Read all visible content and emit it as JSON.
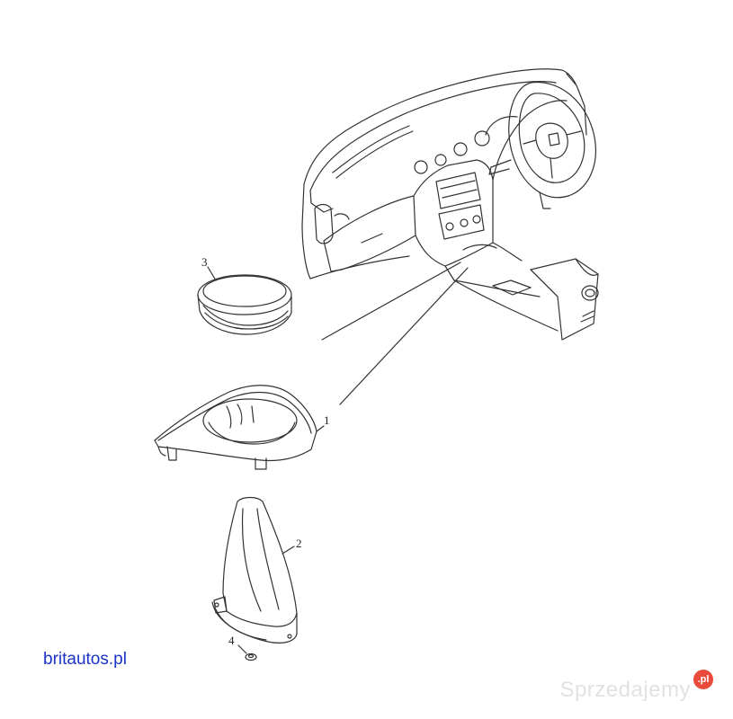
{
  "diagram": {
    "parts": [
      {
        "id": "1",
        "label": "1"
      },
      {
        "id": "2",
        "label": "2"
      },
      {
        "id": "3",
        "label": "3"
      },
      {
        "id": "4",
        "label": "4"
      }
    ]
  },
  "caption": "britautos.pl",
  "watermark": {
    "text": "Sprzedajemy",
    "badge": ".pl",
    "badge_color": "#e94a3c"
  },
  "colors": {
    "line": "#333333",
    "caption": "#1a33c8",
    "watermark_text": "#e2e2e2"
  }
}
